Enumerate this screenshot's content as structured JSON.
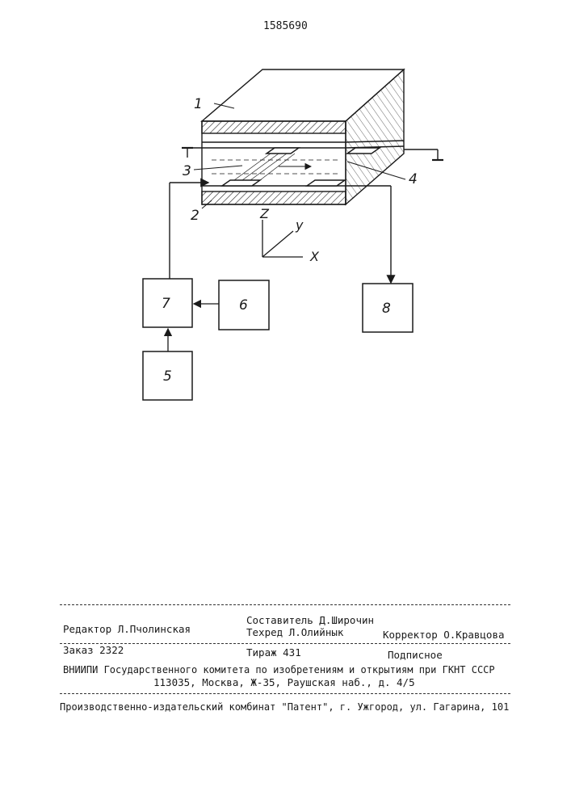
{
  "patent_number": "1585690",
  "figure": {
    "callouts": [
      "1",
      "2",
      "3",
      "4"
    ],
    "blocks": {
      "b5": "5",
      "b6": "6",
      "b7": "7",
      "b8": "8"
    },
    "axes": {
      "z": "Z",
      "y": "y",
      "x": "X"
    }
  },
  "colophon": {
    "composer": "Составитель Д.Широчин",
    "editor": "Редактор Л.Пчолинская",
    "techred": "Техред Л.Олийнык",
    "corrector": "Корректор О.Кравцова",
    "order": "Заказ 2322",
    "circulation": "Тираж 431",
    "subscription": "Подписное",
    "institute": "ВНИИПИ Государственного комитета по изобретениям и открытиям при ГКНТ СССР",
    "address": "113035, Москва, Ж-35, Раушская наб., д. 4/5",
    "publisher": "Производственно-издательский комбинат \"Патент\", г. Ужгород, ул. Гагарина, 101"
  }
}
